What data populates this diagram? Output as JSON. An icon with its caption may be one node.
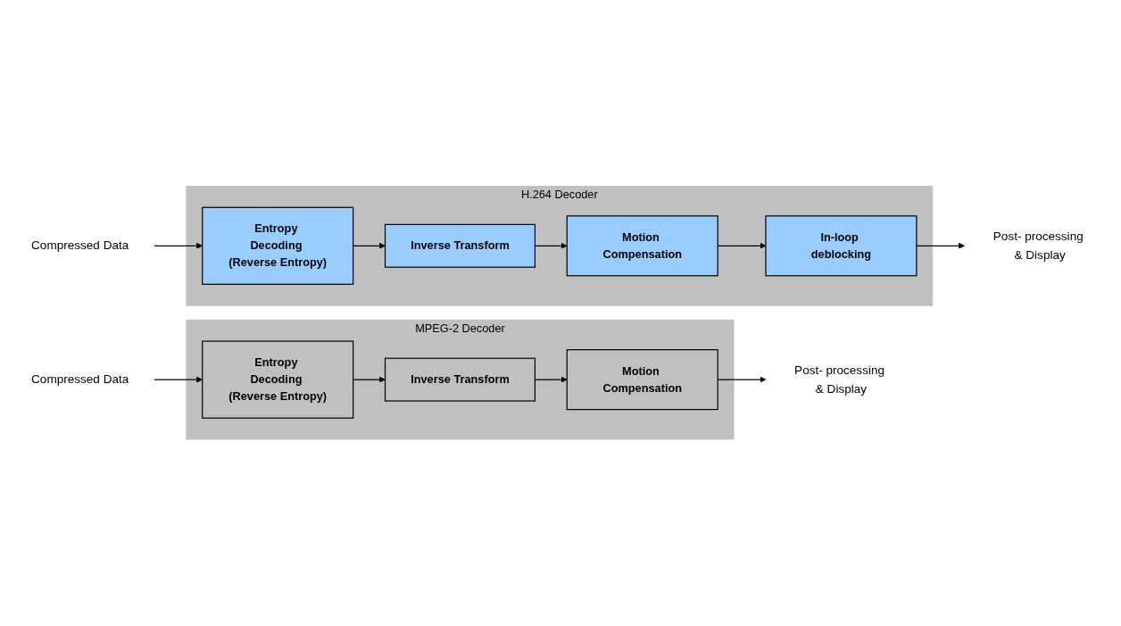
{
  "diagram": {
    "nodes": [
      {
        "text": [
          "Compressed Data"
        ]
      },
      {
        "text": [
          "MPEG-2 Decoder"
        ]
      },
      {
        "text": [
          "Entropy Decoding (Reverse Entropy)"
        ],
        "in": 1
      },
      {
        "text": [
          "Inverse Transform"
        ],
        "in": 1
      },
      {
        "text": [
          "Motion Compensation"
        ],
        "in": 1
      },
      {
        "text": [
          "Post- processing & Display"
        ]
      },
      {
        "text": [
          "Compressed Data"
        ]
      },
      {
        "text": [
          "H.264 Decoder"
        ]
      },
      {
        "text": [
          "Entropy Decoding (Reverse Entropy)"
        ],
        "in": 7
      },
      {
        "text": [
          "Inverse Transform"
        ],
        "in": 7
      },
      {
        "text": [
          "Motion Compensation"
        ],
        "in": 7
      },
      {
        "text": [
          "In-loop deblocking"
        ],
        "in": 7
      },
      {
        "text": [
          "Post- processing & Display"
        ]
      }
    ],
    "edges": [
      {
        "from": 0,
        "to": 2,
        "arrow": "to"
      },
      {
        "from": 2,
        "to": 3,
        "arrow": "to"
      },
      {
        "from": 3,
        "to": 4,
        "arrow": "to"
      },
      {
        "from": 4,
        "to": 5,
        "arrow": "to"
      },
      {
        "from": 6,
        "to": 8,
        "arrow": "to"
      },
      {
        "from": 8,
        "to": 9,
        "arrow": "to"
      },
      {
        "from": 9,
        "to": 10,
        "arrow": "to"
      },
      {
        "from": 10,
        "to": 11,
        "arrow": "to"
      },
      {
        "from": 11,
        "to": 12,
        "arrow": "to"
      }
    ]
  }
}
